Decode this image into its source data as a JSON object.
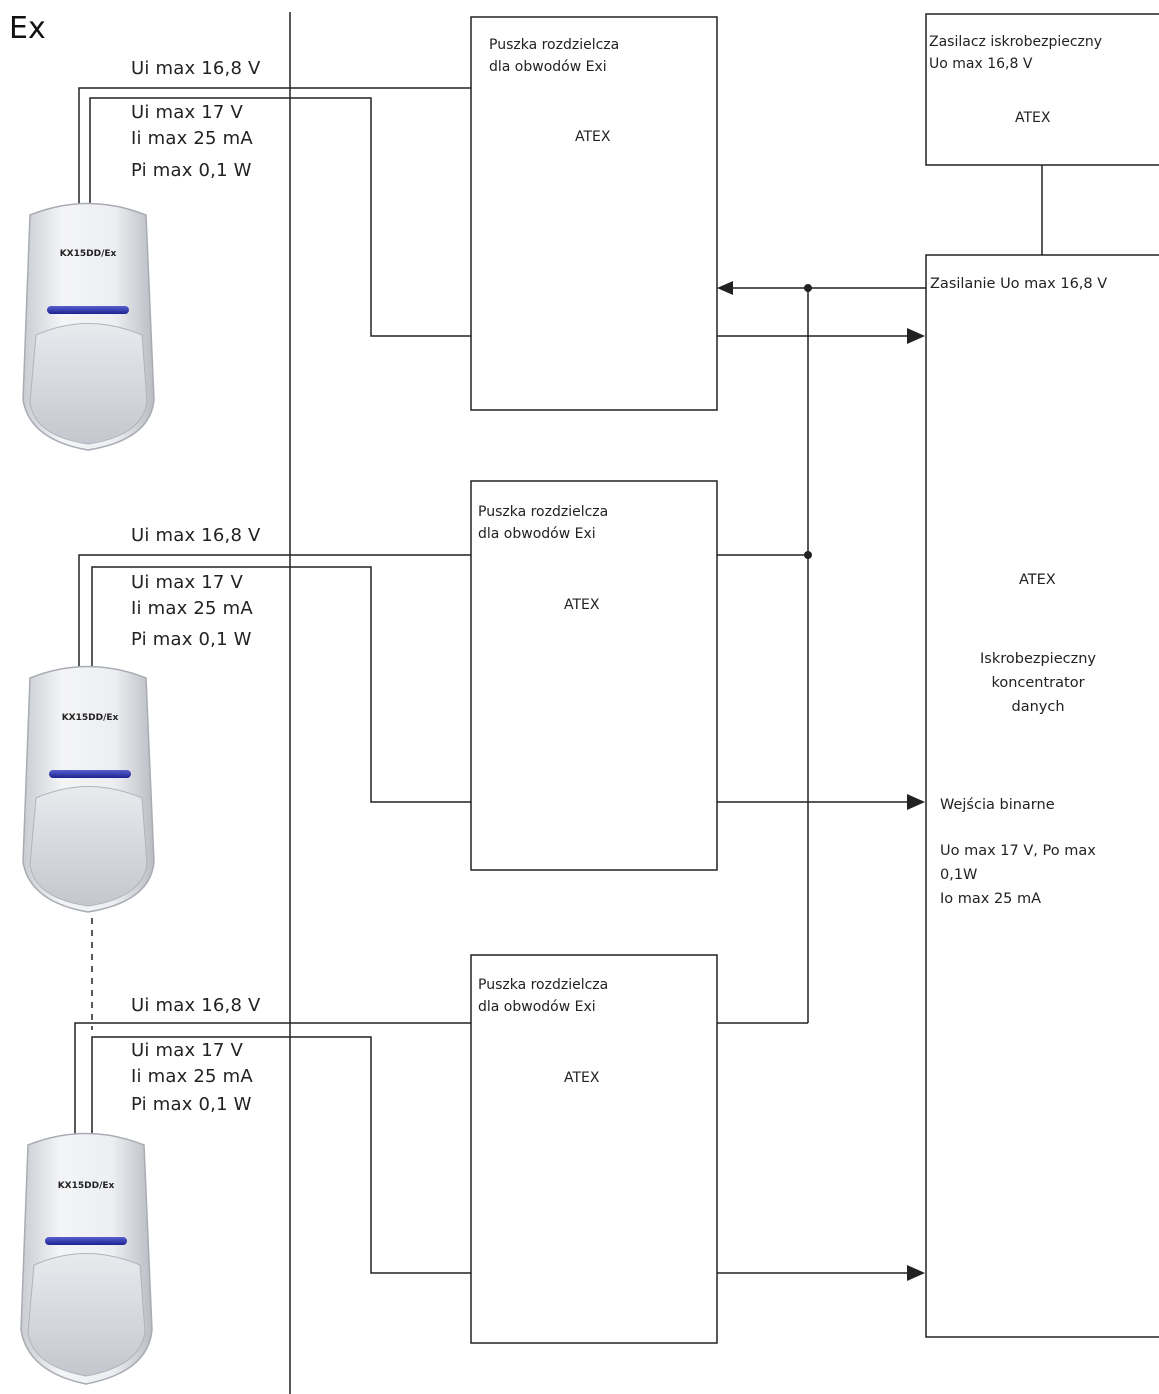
{
  "zone_label": "Ex",
  "sensors": [
    {
      "model": "KX15DD/Ex",
      "ui_main": "Ui max 16,8 V",
      "ui": "Ui max 17 V",
      "ii": "Ii max 25 mA",
      "pi": "Pi max 0,1 W"
    },
    {
      "model": "KX15DD/Ex",
      "ui_main": "Ui max 16,8 V",
      "ui": "Ui max 17 V",
      "ii": "Ii max 25 mA",
      "pi": "Pi max 0,1 W"
    },
    {
      "model": "KX15DD/Ex",
      "ui_main": "Ui max 16,8 V",
      "ui": "Ui max 17 V",
      "ii": "Ii max 25 mA",
      "pi": "Pi max 0,1 W"
    }
  ],
  "junction_boxes": [
    {
      "title": "Puszka rozdzielcza\ndla obwodów Exi",
      "atex": "ATEX"
    },
    {
      "title": "Puszka rozdzielcza\ndla obwodów Exi",
      "atex": "ATEX"
    },
    {
      "title": "Puszka rozdzielcza\ndla obwodów Exi",
      "atex": "ATEX"
    }
  ],
  "power_supply": {
    "title": "Zasilacz iskrobezpieczny\nUo max 16,8 V",
    "atex": "ATEX"
  },
  "concentrator": {
    "power_label": "Zasilanie Uo max 16,8 V",
    "atex": "ATEX",
    "name": "Iskrobezpieczny\nkoncentrator\ndanych",
    "inputs_label": "Wejścia binarne",
    "inputs_params": "Uo max 17 V, Po max\n0,1W\nIo max 25 mA"
  }
}
